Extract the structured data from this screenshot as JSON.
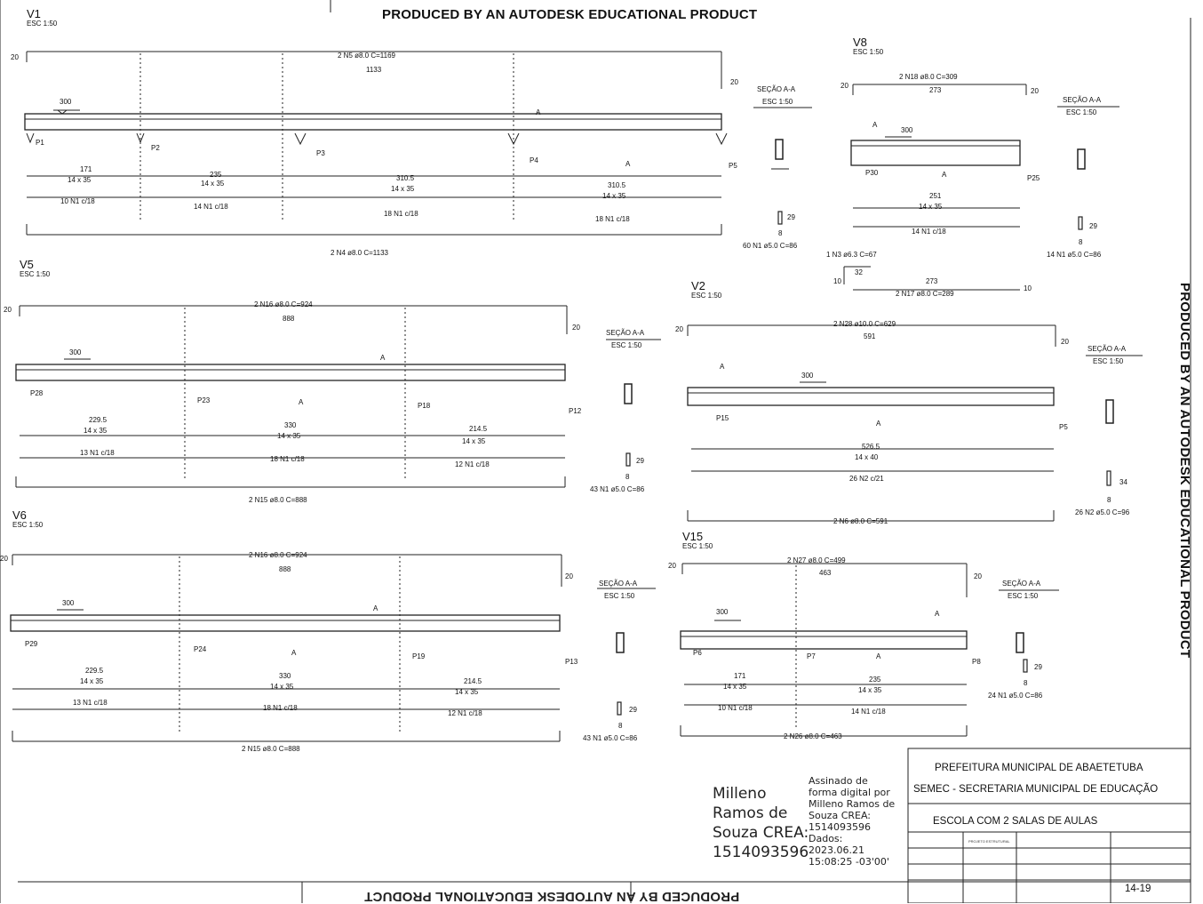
{
  "watermark": {
    "top": "PRODUCED BY AN AUTODESK EDUCATIONAL PRODUCT",
    "right": "PRODUCED BY AN AUTODESK EDUCATIONAL PRODUCT",
    "bottom": "PRODUCED BY AN AUTODESK EDUCATIONAL PRODUCT"
  },
  "beams": {
    "v1": {
      "title": "V1",
      "scale": "ESC 1:50",
      "top_bar": "2 N5 ø8.0  C=1169",
      "top_len": "1133",
      "bottom_bar": "2 N4 ø8.0  C=1133",
      "level": "300",
      "pillars": [
        "P1",
        "P2",
        "P3",
        "P4",
        "P5"
      ],
      "sections": [
        "14 x 35",
        "14 x 35",
        "14 x 35",
        "14 x 35"
      ],
      "stirrups": [
        "10 N1 c/18",
        "14 N1 c/18",
        "18 N1 c/18",
        "18 N1 c/18"
      ],
      "spans": [
        "171",
        "235",
        "310.5",
        "310.5"
      ],
      "hook": "20",
      "cut": "A",
      "sec_title": "SEÇÃO A-A",
      "sec_scale": "ESC 1:50",
      "sec_dim": "29",
      "sec_w": "8",
      "sec_bar": "60 N1 ø5.0  C=86"
    },
    "v8": {
      "title": "V8",
      "scale": "ESC 1:50",
      "top_bar": "2 N18 ø8.0  C=309",
      "top_len": "273",
      "bottom_bar": "2 N17 ø8.0  C=289",
      "bottom_len": "273",
      "extra_bar": "1 N3 ø6.3  C=67",
      "extra_len": "32",
      "extra_hook": "10",
      "level": "300",
      "pillars": [
        "P30",
        "P25"
      ],
      "sections": [
        "14 x 35"
      ],
      "stirrups": [
        "14 N1 c/18"
      ],
      "spans": [
        "251"
      ],
      "hook": "20",
      "cut": "A",
      "sec_title": "SEÇÃO A-A",
      "sec_scale": "ESC 1:50",
      "sec_dim": "29",
      "sec_w": "8",
      "sec_bar": "14 N1 ø5.0  C=86"
    },
    "v5": {
      "title": "V5",
      "scale": "ESC 1:50",
      "top_bar": "2 N16 ø8.0  C=924",
      "top_len": "888",
      "bottom_bar": "2 N15 ø8.0  C=888",
      "level": "300",
      "pillars": [
        "P28",
        "P23",
        "P18",
        "P12"
      ],
      "sections": [
        "14 x 35",
        "14 x 35",
        "14 x 35"
      ],
      "stirrups": [
        "13 N1 c/18",
        "18 N1 c/18",
        "12 N1 c/18"
      ],
      "spans": [
        "229.5",
        "330",
        "214.5"
      ],
      "hook": "20",
      "cut": "A",
      "sec_title": "SEÇÃO A-A",
      "sec_scale": "ESC 1:50",
      "sec_dim": "29",
      "sec_w": "8",
      "sec_bar": "43 N1 ø5.0  C=86"
    },
    "v2": {
      "title": "V2",
      "scale": "ESC 1:50",
      "top_bar": "2 N28 ø10.0  C=629",
      "top_len": "591",
      "bottom_bar": "2 N6 ø8.0  C=591",
      "level": "300",
      "pillars": [
        "P15",
        "P5"
      ],
      "sections": [
        "14 x 40"
      ],
      "stirrups": [
        "26 N2 c/21"
      ],
      "spans": [
        "526.5"
      ],
      "hook": "20",
      "cut": "A",
      "sec_title": "SEÇÃO A-A",
      "sec_scale": "ESC 1:50",
      "sec_dim": "34",
      "sec_w": "8",
      "sec_bar": "26 N2 ø5.0  C=96"
    },
    "v6": {
      "title": "V6",
      "scale": "ESC 1:50",
      "top_bar": "2 N16 ø8.0  C=924",
      "top_len": "888",
      "bottom_bar": "2 N15 ø8.0  C=888",
      "level": "300",
      "pillars": [
        "P29",
        "P24",
        "P19",
        "P13"
      ],
      "sections": [
        "14 x 35",
        "14 x 35",
        "14 x 35"
      ],
      "stirrups": [
        "13 N1 c/18",
        "18 N1 c/18",
        "12 N1 c/18"
      ],
      "spans": [
        "229.5",
        "330",
        "214.5"
      ],
      "hook": "20",
      "cut": "A",
      "sec_title": "SEÇÃO A-A",
      "sec_scale": "ESC 1:50",
      "sec_dim": "29",
      "sec_w": "8",
      "sec_bar": "43 N1 ø5.0  C=86"
    },
    "v15": {
      "title": "V15",
      "scale": "ESC 1:50",
      "top_bar": "2 N27 ø8.0  C=499",
      "top_len": "463",
      "bottom_bar": "2 N26 ø8.0  C=463",
      "level": "300",
      "pillars": [
        "P6",
        "P7",
        "P8"
      ],
      "sections": [
        "14 x 35",
        "14 x 35"
      ],
      "stirrups": [
        "10 N1 c/18",
        "14 N1 c/18"
      ],
      "spans": [
        "171",
        "235"
      ],
      "hook": "20",
      "cut": "A",
      "sec_title": "SEÇÃO A-A",
      "sec_scale": "ESC 1:50",
      "sec_dim": "29",
      "sec_w": "8",
      "sec_bar": "24 N1 ø5.0  C=86"
    }
  },
  "signature": {
    "name_lines": [
      "Milleno",
      "Ramos de",
      "Souza CREA:",
      "1514093596"
    ],
    "meta_lines": [
      "Assinado de",
      "forma digital por",
      "Milleno Ramos de",
      "Souza CREA:",
      "1514093596",
      "Dados:",
      "2023.06.21",
      "15:08:25 -03'00'"
    ]
  },
  "title_block": {
    "org_line1": "PREFEITURA MUNICIPAL DE ABAETETUBA",
    "org_line2": "SEMEC - SECRETARIA MUNICIPAL DE EDUCAÇÃO",
    "project": "ESCOLA COM 2 SALAS DE AULAS",
    "sheet": "14-19",
    "content": "PROJETO ESTRUTURAL"
  }
}
